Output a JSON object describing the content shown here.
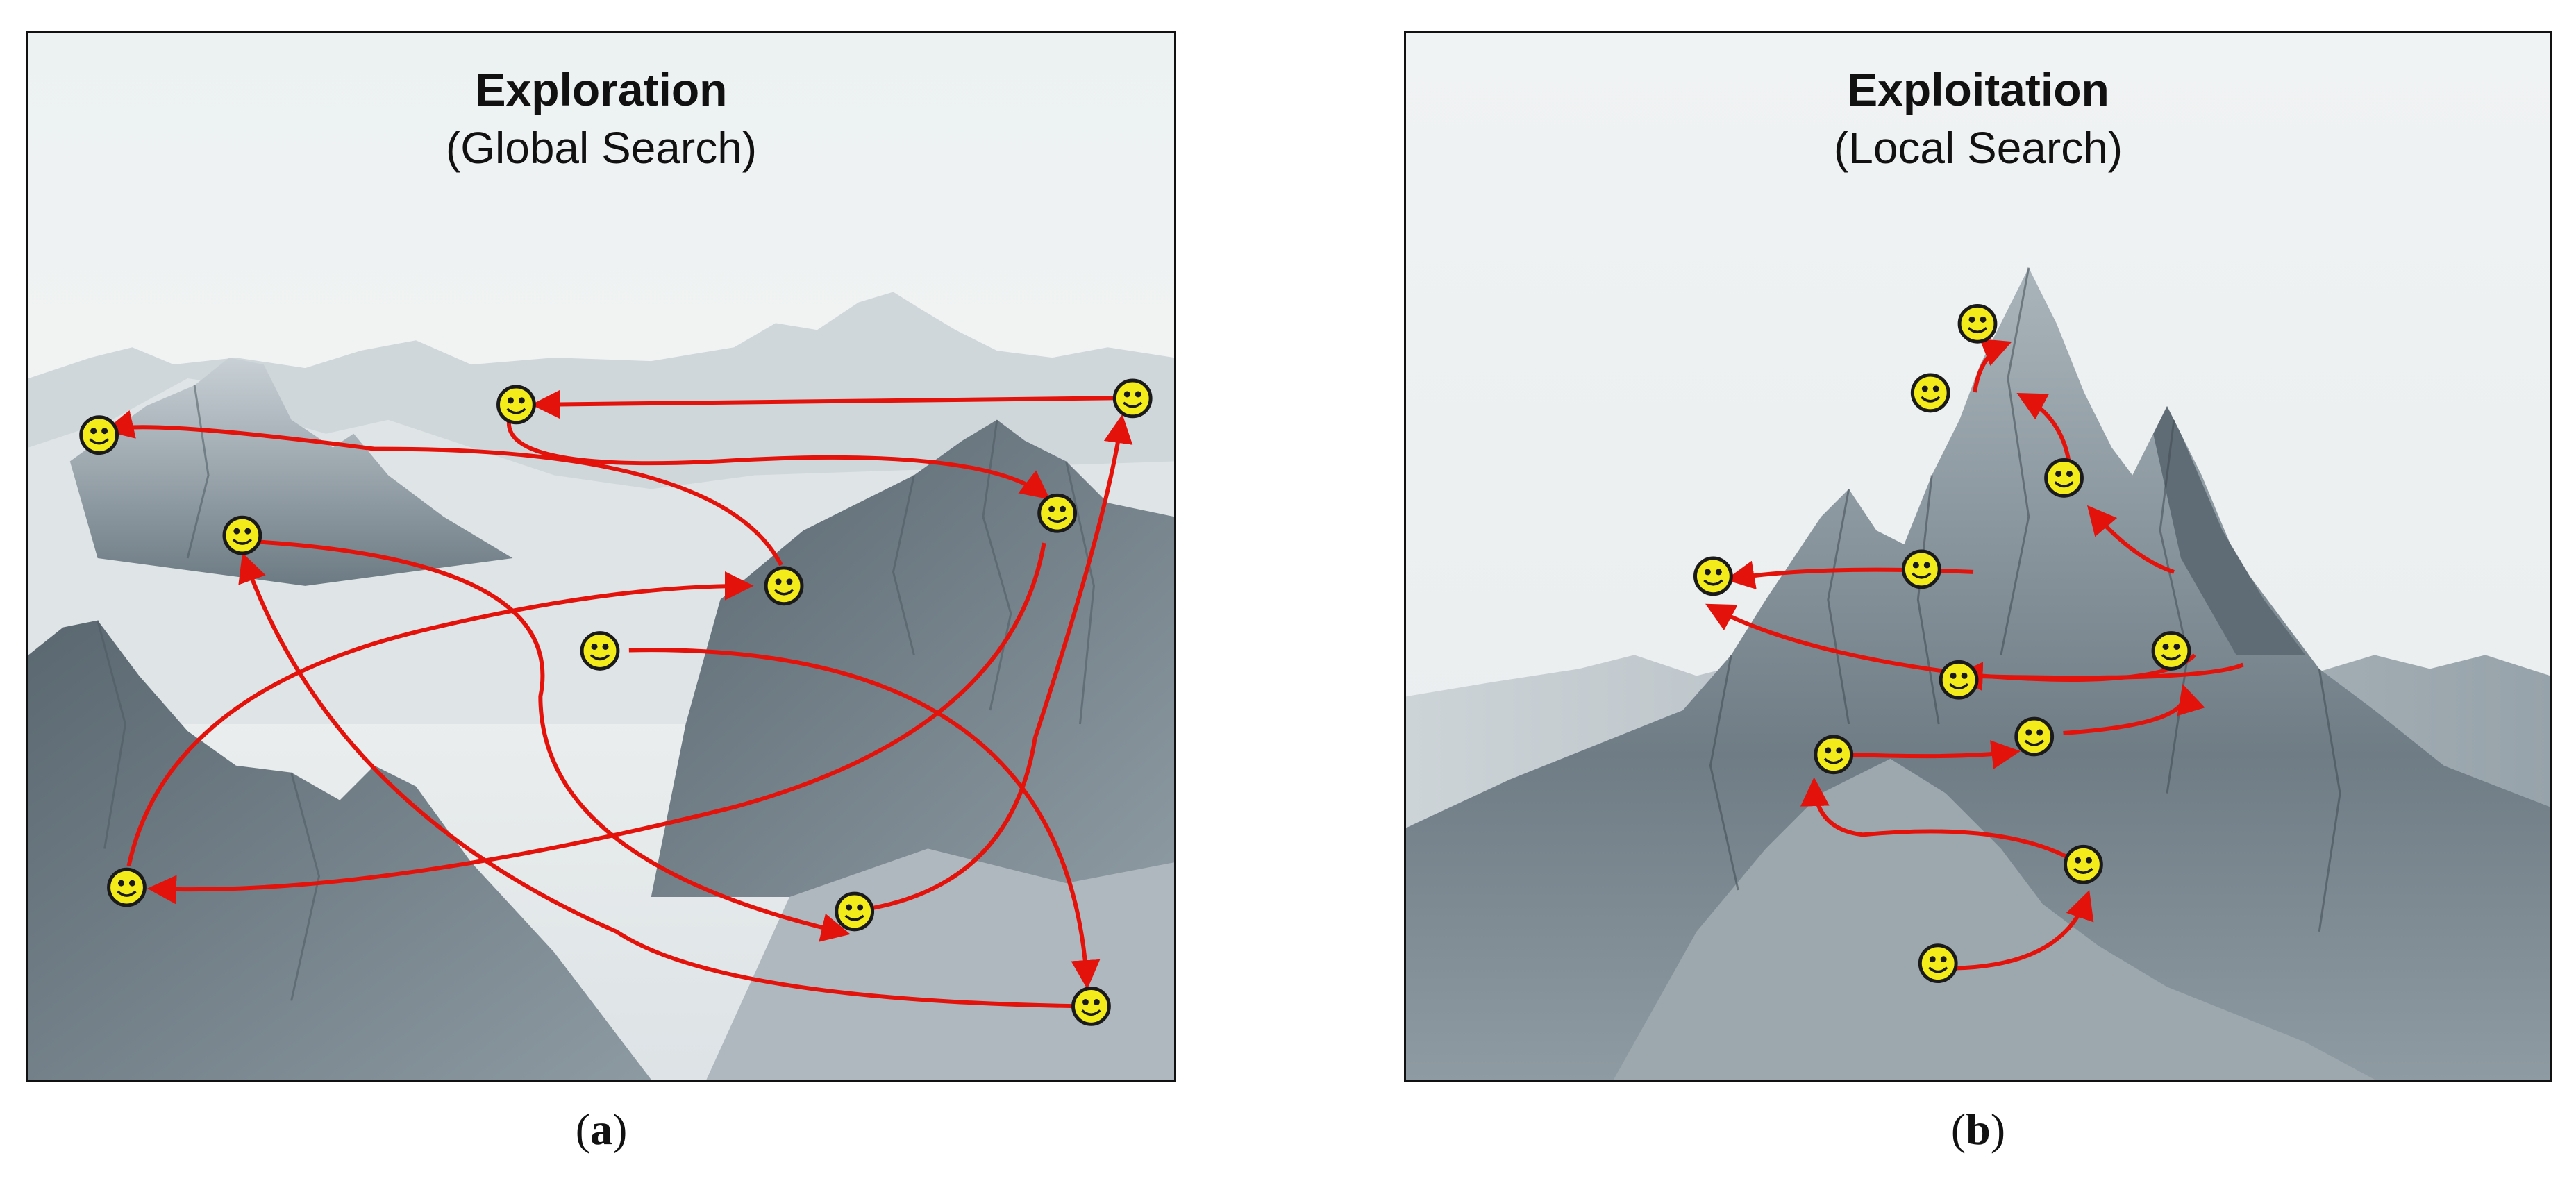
{
  "panels": [
    {
      "id": "a",
      "title": "Exploration",
      "subtitle": "(Global Search)",
      "caption_open": "(",
      "caption_letter": "a",
      "caption_close": ")"
    },
    {
      "id": "b",
      "title": "Exploitation",
      "subtitle": "(Local Search)",
      "caption_open": "(",
      "caption_letter": "b",
      "caption_close": ")"
    }
  ],
  "colors": {
    "arrow": "#e3120b",
    "smiley_face": "#f4ec1a",
    "smiley_outline": "#1a1a1a",
    "sky": "#eef2f3",
    "mountain_dark": "#5d6a72",
    "mountain_mid": "#9aa7ae",
    "mountain_light": "#dfe5e8"
  },
  "icons": {
    "agent": "smiley-face-icon",
    "move": "red-curved-arrow"
  }
}
